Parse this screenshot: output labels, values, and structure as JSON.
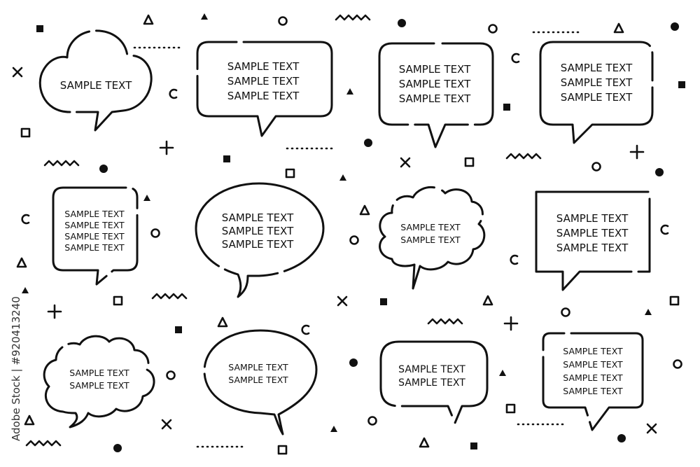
{
  "bubbles": [
    {
      "lines": [
        "SAMPLE TEXT"
      ]
    },
    {
      "lines": [
        "SAMPLE TEXT",
        "SAMPLE TEXT",
        "SAMPLE TEXT"
      ]
    },
    {
      "lines": [
        "SAMPLE TEXT",
        "SAMPLE TEXT",
        "SAMPLE TEXT"
      ]
    },
    {
      "lines": [
        "SAMPLE TEXT",
        "SAMPLE TEXT",
        "SAMPLE TEXT"
      ]
    },
    {
      "lines": [
        "SAMPLE TEXT",
        "SAMPLE TEXT",
        "SAMPLE TEXT",
        "SAMPLE TEXT"
      ]
    },
    {
      "lines": [
        "SAMPLE TEXT",
        "SAMPLE TEXT",
        "SAMPLE TEXT"
      ]
    },
    {
      "lines": [
        "SAMPLE TEXT",
        "SAMPLE TEXT"
      ]
    },
    {
      "lines": [
        "SAMPLE TEXT",
        "SAMPLE TEXT",
        "SAMPLE TEXT"
      ]
    },
    {
      "lines": [
        "SAMPLE TEXT",
        "SAMPLE TEXT"
      ]
    },
    {
      "lines": [
        "SAMPLE TEXT",
        "SAMPLE TEXT"
      ]
    },
    {
      "lines": [
        "SAMPLE TEXT",
        "SAMPLE TEXT"
      ]
    },
    {
      "lines": [
        "SAMPLE TEXT",
        "SAMPLE TEXT",
        "SAMPLE TEXT",
        "SAMPLE TEXT"
      ]
    }
  ],
  "watermark": {
    "stock_id": "Adobe Stock | #920413240"
  },
  "colors": {
    "ink": "#111111",
    "background": "#ffffff"
  }
}
